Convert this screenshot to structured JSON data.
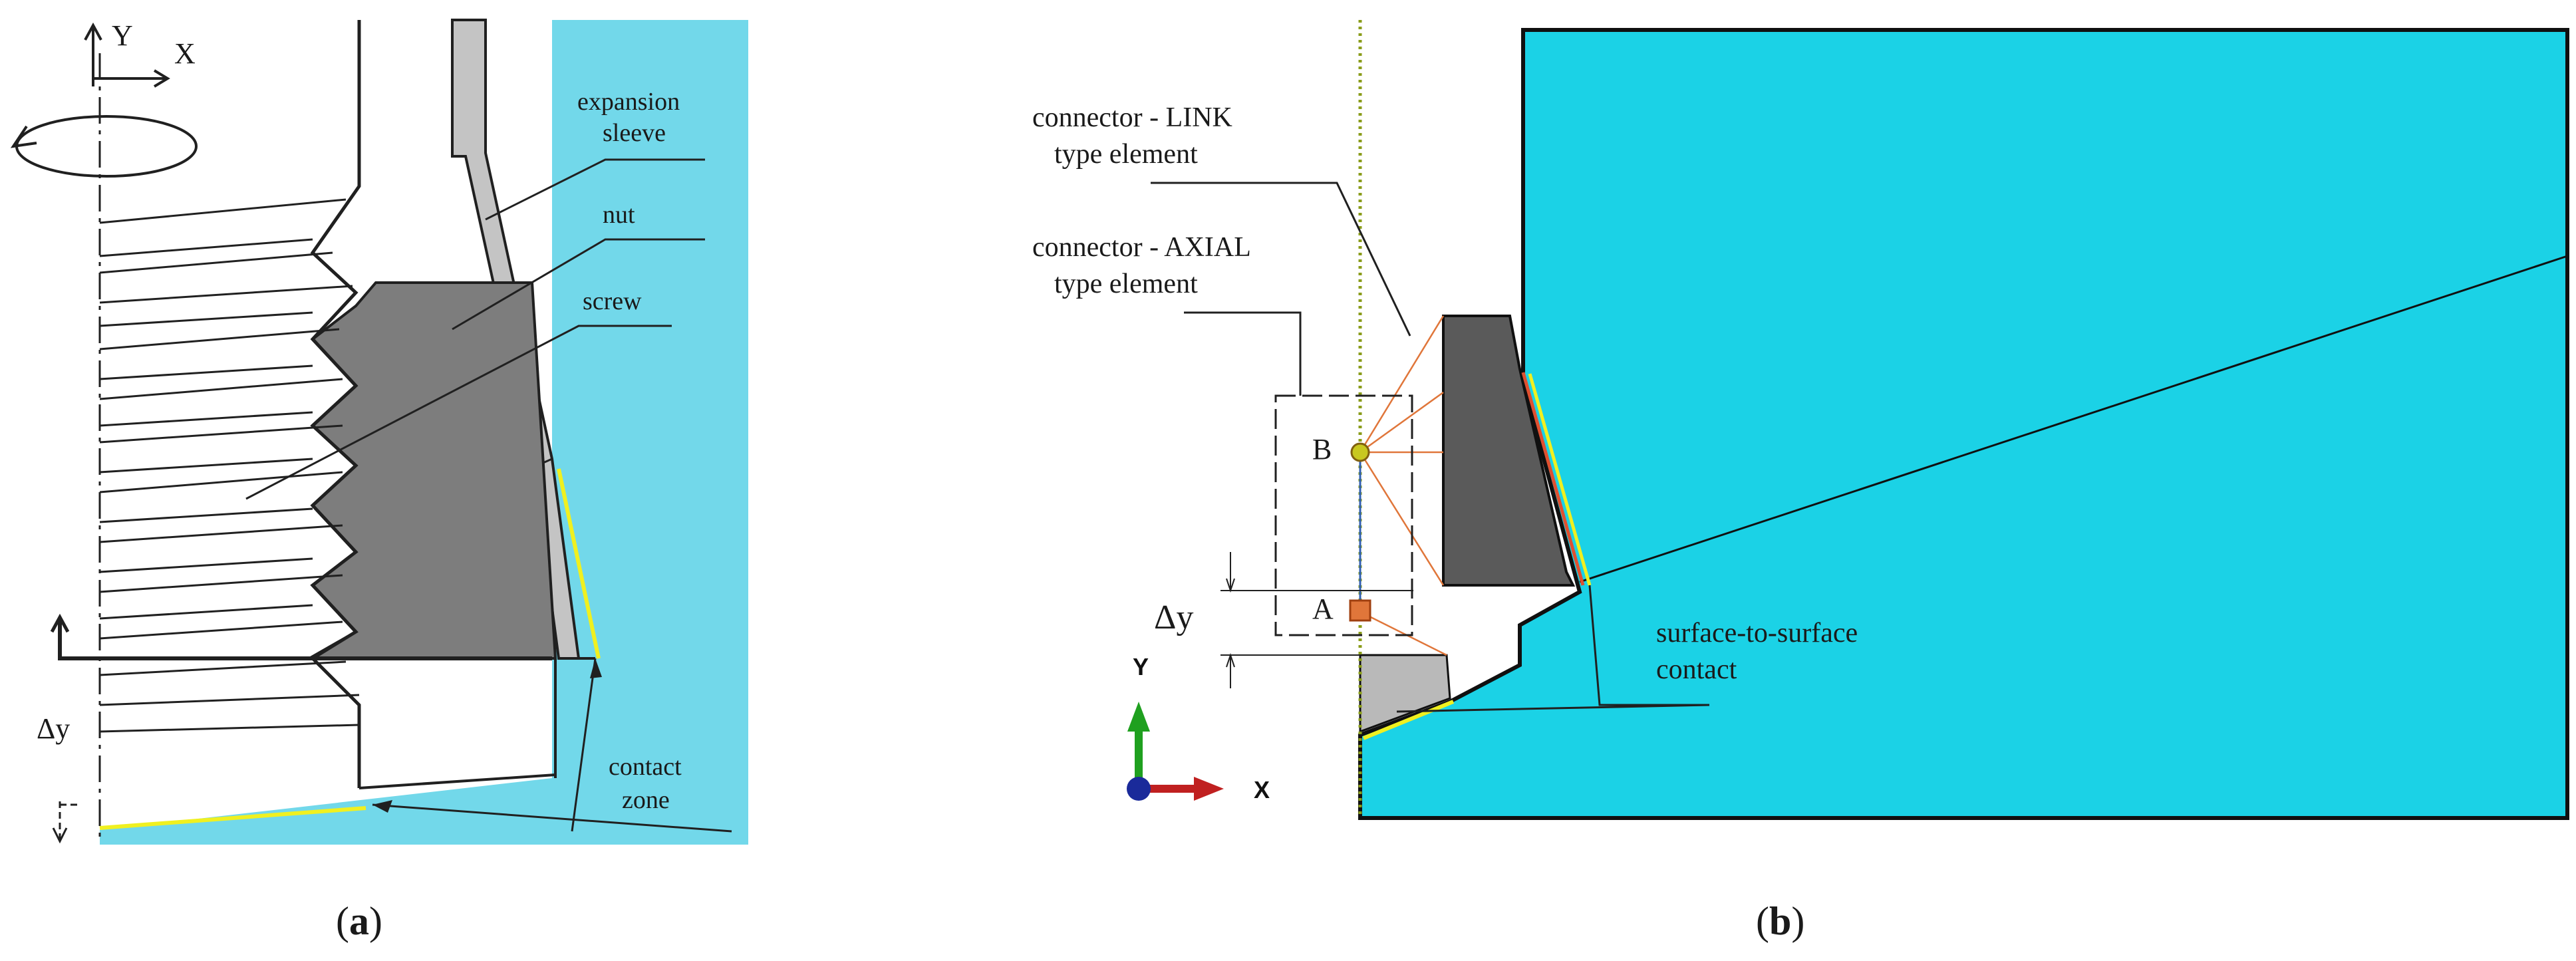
{
  "panel_a": {
    "axis_y": "Y",
    "axis_x": "X",
    "delta_y": "Δy",
    "labels": {
      "expansion_sleeve_1": "expansion",
      "expansion_sleeve_2": "sleeve",
      "nut": "nut",
      "screw": "screw",
      "contact_zone_1": "contact",
      "contact_zone_2": "zone"
    },
    "caption_open": "(",
    "caption_letter": "a",
    "caption_close": ")"
  },
  "panel_b": {
    "labels": {
      "link_1": "connector - LINK",
      "link_2": "type element",
      "axial_1": "connector - AXIAL",
      "axial_2": "type element",
      "point_b": "B",
      "point_a": "A",
      "delta_y": "Δy",
      "surface_1": "surface-to-surface",
      "surface_2": "contact"
    },
    "triad_y": "Y",
    "triad_x": "X",
    "caption_open": "(",
    "caption_letter": "b",
    "caption_close": ")"
  },
  "colors": {
    "cyan_light": "#72d8ea",
    "cyan": "#1bd2e6",
    "part_gray": "#808080",
    "part_dark": "#5a5a5a",
    "sleeve_light": "#c0c0c0",
    "contact_yellow": "#f0f020",
    "connector_orange": "#e0763a"
  }
}
